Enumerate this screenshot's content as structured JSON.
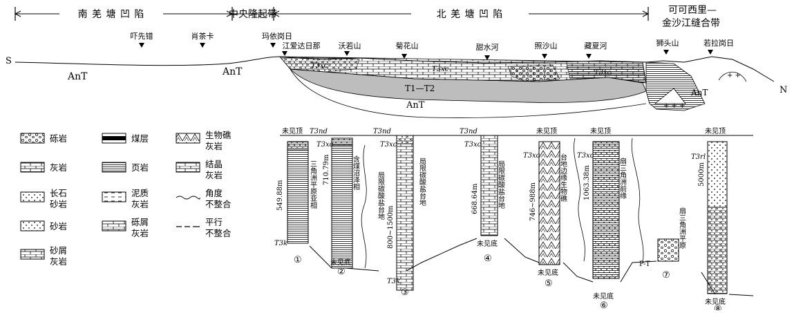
{
  "regions": {
    "south_depression": "南 羌 塘 凹 陷",
    "central_uplift": "中央隆起带",
    "north_depression": "北 羌 塘 凹 陷",
    "suture_line1": "可可西里—",
    "suture_line2": "金沙江缝合带"
  },
  "places": [
    "吓先错",
    "肖茶卡",
    "玛依岗日",
    "江爱达日那",
    "沃若山",
    "菊花山",
    "甜水河",
    "照沙山",
    "藏夏河",
    "狮头山",
    "若拉岗日"
  ],
  "section_labels": {
    "s": "S",
    "n": "N",
    "ant": "AnT",
    "txc": "T3xc",
    "t1t2": "T1—T2"
  },
  "legend": {
    "conglomerate": "砾岩",
    "coal": "煤层",
    "reef_l1": "生物礁",
    "reef_l2": "灰岩",
    "limestone": "灰岩",
    "shale": "页岩",
    "cryst_l1": "结晶",
    "cryst_l2": "灰岩",
    "arkose_l1": "长石",
    "arkose_l2": "砂岩",
    "marl_l1": "泥质",
    "marl_l2": "灰岩",
    "angular_l1": "角度",
    "angular_l2": "不整合",
    "sandstone": "砂岩",
    "calcirudite_l1": "砾屑",
    "calcirudite_l2": "灰岩",
    "parallel_l1": "平行",
    "parallel_l2": "不整合",
    "calcarenite_l1": "砂屑",
    "calcarenite_l2": "灰岩"
  },
  "columns": {
    "top_unseen": "未见顶",
    "bottom_unseen": "未见底",
    "c1": {
      "num": "①",
      "thickness": "549.88m",
      "facies": "三角洲平原亚相",
      "top": "T3nd",
      "base": "T3k"
    },
    "c2": {
      "num": "②",
      "thickness": "710.79m",
      "facies": "含煤沼泽相",
      "label": "T3xc"
    },
    "c3": {
      "num": "③",
      "thickness": "800~1500m",
      "facies_a": "局限碳酸盐台地",
      "facies_b": "局限碳酸盐台地",
      "top": "T3nd",
      "label": "T3xc",
      "base": "T3k"
    },
    "c4": {
      "num": "④",
      "thickness": "668.64m",
      "facies": "局限碳酸盐台地",
      "top": "T3nd",
      "label": "T3xc"
    },
    "c5": {
      "num": "⑤",
      "thickness": "746~988m",
      "facies": "台地边缘生物礁",
      "label": "T3xc"
    },
    "c6": {
      "num": "⑥",
      "thickness": "1063.38m",
      "facies": "扇三角洲前缘",
      "label": "T3xc"
    },
    "c7": {
      "num": "⑦",
      "label": "P-T",
      "facies": "扇三角洲平原"
    },
    "c8": {
      "num": "⑧",
      "thickness": "5000m",
      "label": "T3rl"
    }
  }
}
